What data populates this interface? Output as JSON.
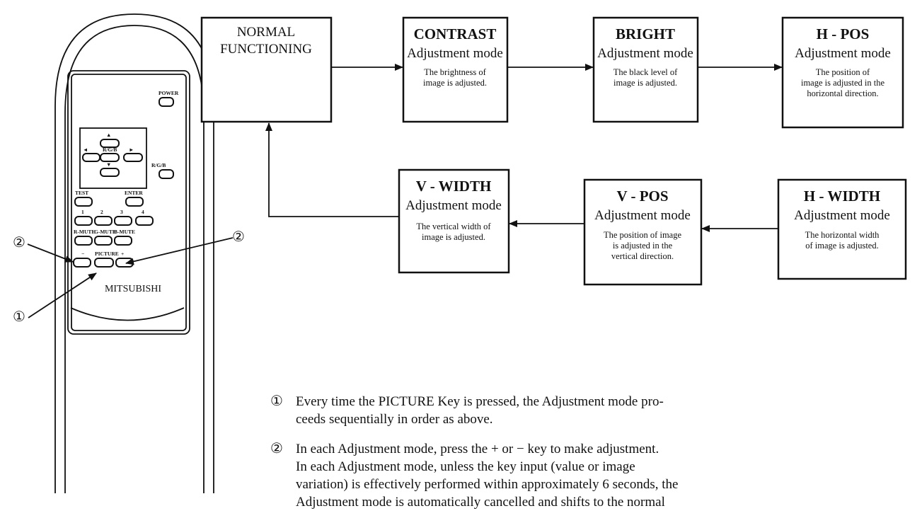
{
  "remote": {
    "keys": {
      "power": "POWER",
      "up": "▲",
      "left": "◄",
      "center": "R/G/B",
      "right": "►",
      "down": "▼",
      "avs": "R/G/B",
      "test": "TEST",
      "enter": "ENTER",
      "num1": "1",
      "num2": "2",
      "num3": "3",
      "num4": "4",
      "rmute": "R-MUTE",
      "gmute": "G-MUTE",
      "bmute": "B-MUTE",
      "minus": "−",
      "picture": "PICTURE",
      "plus": "+"
    },
    "brand": "MITSUBISHI",
    "callouts": {
      "left": "②",
      "right": "②",
      "bottom": "①"
    }
  },
  "flow": {
    "normal": {
      "line1": "NORMAL",
      "line2": "FUNCTIONING"
    },
    "contrast": {
      "title": "CONTRAST",
      "mode": "Adjustment mode",
      "desc": [
        "The brightness of",
        "image is adjusted."
      ]
    },
    "bright": {
      "title": "BRIGHT",
      "mode": "Adjustment mode",
      "desc": [
        "The black level of",
        "image is adjusted."
      ]
    },
    "hpos": {
      "title": "H - POS",
      "mode": "Adjustment mode",
      "desc": [
        "The position of",
        "image is adjusted in the",
        "horizontal direction."
      ]
    },
    "hwidth": {
      "title": "H - WIDTH",
      "mode": "Adjustment mode",
      "desc": [
        "The horizontal width",
        "of image is adjusted."
      ]
    },
    "vpos": {
      "title": "V - POS",
      "mode": "Adjustment mode",
      "desc": [
        "The position of image",
        "is adjusted in the",
        "vertical direction."
      ]
    },
    "vwidth": {
      "title": "V - WIDTH",
      "mode": "Adjustment mode",
      "desc": [
        "The vertical width of",
        "image is adjusted."
      ]
    }
  },
  "notes": [
    {
      "num": "①",
      "lines": [
        "Every time the PICTURE Key is pressed, the Adjustment mode pro-",
        "ceeds sequentially in order as above."
      ]
    },
    {
      "num": "②",
      "lines": [
        "In each Adjustment mode, press the + or − key to make adjustment.",
        "In each Adjustment mode, unless the key input (value or image",
        "variation) is effectively performed within approximately 6 seconds, the",
        "Adjustment mode is automatically cancelled and shifts to the normal"
      ]
    }
  ]
}
